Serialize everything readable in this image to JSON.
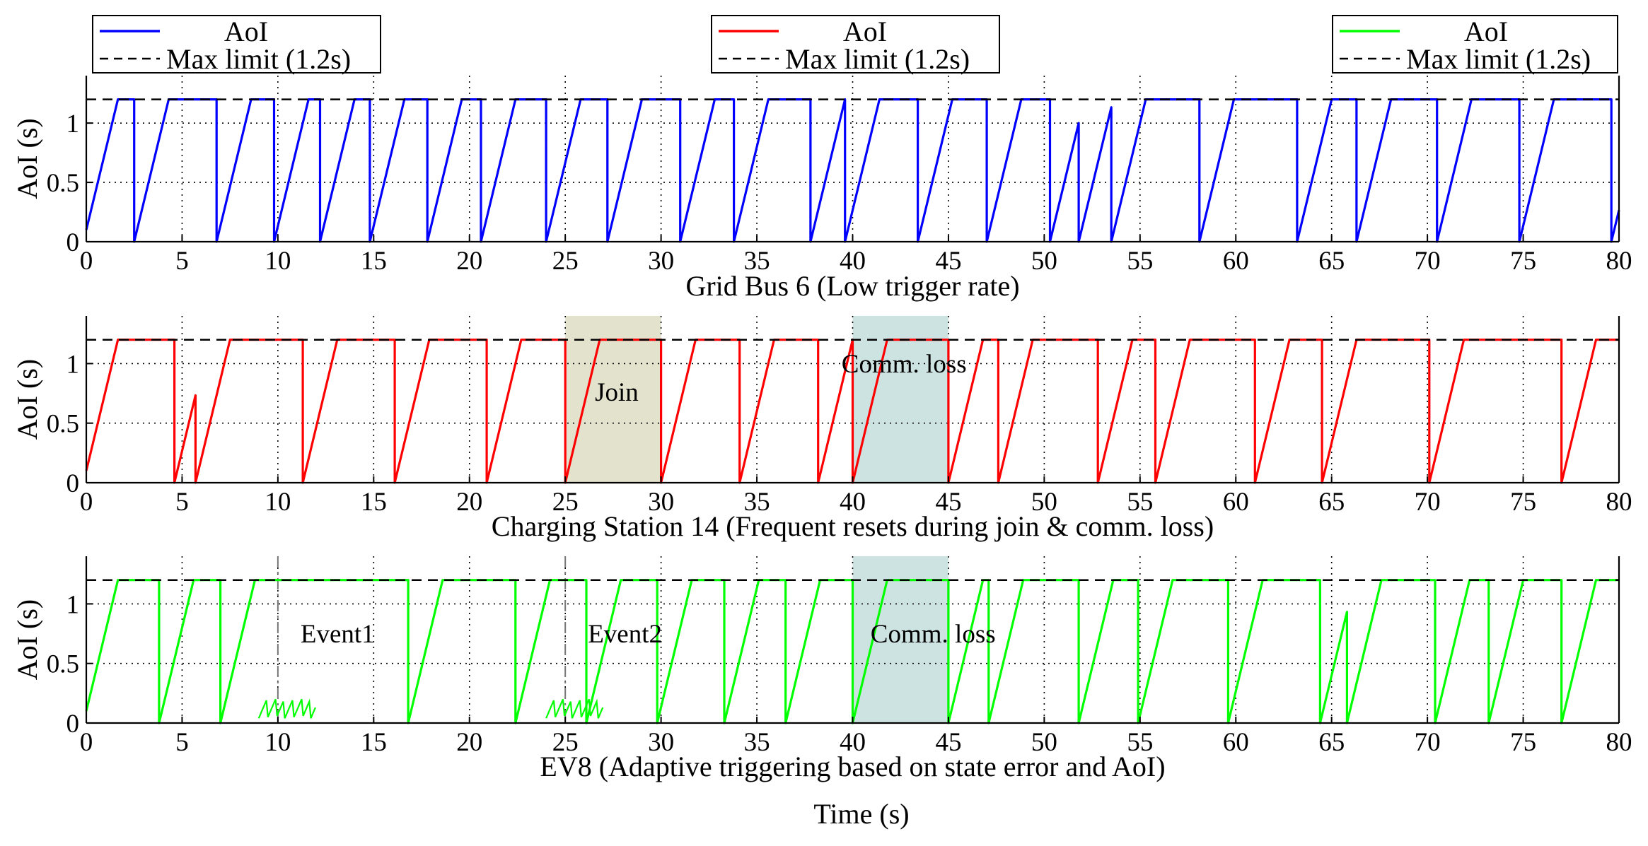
{
  "figure": {
    "xlabel": "Time (s)"
  },
  "chart_data": [
    {
      "type": "line",
      "title": "Grid Bus 6 (Low trigger rate)",
      "xlabel": "",
      "ylabel": "AoI (s)",
      "xlim": [
        0,
        80
      ],
      "ylim": [
        0,
        1.4
      ],
      "xticks": [
        0,
        5,
        10,
        15,
        20,
        25,
        30,
        35,
        40,
        45,
        50,
        55,
        60,
        65,
        70,
        75,
        80
      ],
      "yticks": [
        0,
        0.5,
        1
      ],
      "ytick_labels": [
        "0",
        "0.5",
        "1"
      ],
      "grid": true,
      "legend_position": "top-left",
      "max_limit": 1.2,
      "series": [
        {
          "name": "AoI",
          "color": "#0000ff",
          "resets": [
            2.5,
            6.8,
            9.8,
            12.2,
            14.8,
            17.8,
            20.6,
            24.0,
            27.2,
            31.0,
            33.8,
            37.8,
            39.6,
            43.4,
            47.0,
            50.3,
            51.8,
            53.5,
            58.1,
            63.2,
            66.3,
            70.5,
            74.8,
            79.6
          ]
        },
        {
          "name": "Max limit (1.2s)",
          "color": "#000000",
          "dash": true,
          "values": [
            1.2,
            1.2
          ]
        }
      ]
    },
    {
      "type": "line",
      "title": "Charging Station 14 (Frequent resets during join & comm. loss)",
      "xlabel": "",
      "ylabel": "AoI (s)",
      "xlim": [
        0,
        80
      ],
      "ylim": [
        0,
        1.4
      ],
      "xticks": [
        0,
        5,
        10,
        15,
        20,
        25,
        30,
        35,
        40,
        45,
        50,
        55,
        60,
        65,
        70,
        75,
        80
      ],
      "yticks": [
        0,
        0.5,
        1
      ],
      "ytick_labels": [
        "0",
        "0.5",
        "1"
      ],
      "grid": true,
      "legend_position": "top-center",
      "max_limit": 1.2,
      "shaded_regions": [
        {
          "x0": 25,
          "x1": 30,
          "label": "Join",
          "color": "#e3e2cd"
        },
        {
          "x0": 40,
          "x1": 45,
          "label": "Comm. loss",
          "color": "#cde3e2"
        }
      ],
      "series": [
        {
          "name": "AoI",
          "color": "#ff0000",
          "resets": [
            4.6,
            5.7,
            11.3,
            16.1,
            20.9,
            25.0,
            30.0,
            34.1,
            38.2,
            40.0,
            45.0,
            47.6,
            52.8,
            55.8,
            61.0,
            64.5,
            70.1,
            77.0
          ]
        },
        {
          "name": "Max limit (1.2s)",
          "color": "#000000",
          "dash": true,
          "values": [
            1.2,
            1.2
          ]
        }
      ]
    },
    {
      "type": "line",
      "title": "EV8 (Adaptive triggering based on state error and AoI)",
      "xlabel": "",
      "ylabel": "AoI (s)",
      "xlim": [
        0,
        80
      ],
      "ylim": [
        0,
        1.4
      ],
      "xticks": [
        0,
        5,
        10,
        15,
        20,
        25,
        30,
        35,
        40,
        45,
        50,
        55,
        60,
        65,
        70,
        75,
        80
      ],
      "yticks": [
        0,
        0.5,
        1
      ],
      "ytick_labels": [
        "0",
        "0.5",
        "1"
      ],
      "grid": true,
      "legend_position": "top-right",
      "max_limit": 1.2,
      "shaded_regions": [
        {
          "x0": 40,
          "x1": 45,
          "label": "Comm. loss",
          "color": "#cde3e2"
        }
      ],
      "event_lines": [
        {
          "x": 10,
          "label": "Event1"
        },
        {
          "x": 25,
          "label": "Event2"
        }
      ],
      "series": [
        {
          "name": "AoI",
          "color": "#00ff00",
          "resets": [
            3.8,
            7.0,
            16.8,
            22.4,
            26.1,
            29.8,
            33.3,
            36.5,
            40.0,
            45.0,
            47.1,
            51.8,
            54.9,
            59.6,
            64.4,
            65.8,
            70.4,
            73.2,
            77.0
          ]
        },
        {
          "name": "Max limit (1.2s)",
          "color": "#000000",
          "dash": true,
          "values": [
            1.2,
            1.2
          ]
        }
      ]
    }
  ]
}
